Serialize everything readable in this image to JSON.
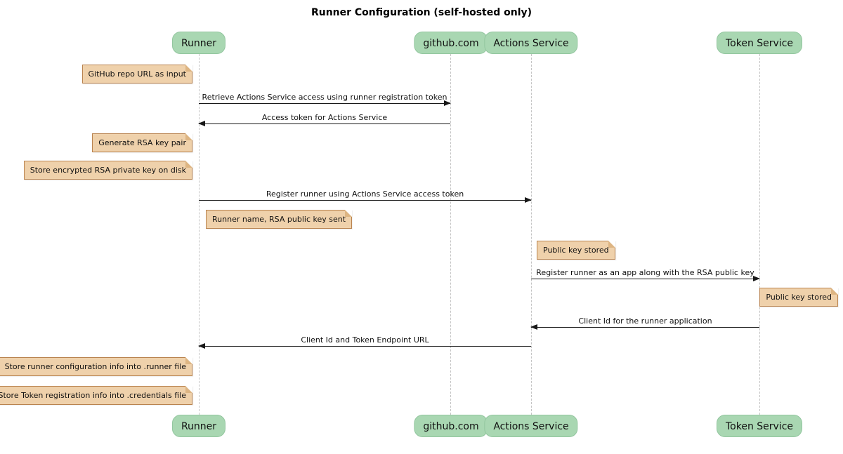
{
  "title": "Runner Configuration (self-hosted only)",
  "participants": [
    {
      "name": "Runner"
    },
    {
      "name": "github.com"
    },
    {
      "name": "Actions Service"
    },
    {
      "name": "Token Service"
    }
  ],
  "messages": [
    {
      "label": "Retrieve Actions Service access using runner registration token",
      "from": "Runner",
      "to": "github.com"
    },
    {
      "label": "Access token for Actions Service",
      "from": "github.com",
      "to": "Runner"
    },
    {
      "label": "Register runner using Actions Service access token",
      "from": "Runner",
      "to": "Actions Service"
    },
    {
      "label": "Register runner as an app along with the RSA public key",
      "from": "Actions Service",
      "to": "Token Service"
    },
    {
      "label": "Client Id for the runner application",
      "from": "Token Service",
      "to": "Actions Service"
    },
    {
      "label": "Client Id and Token Endpoint URL",
      "from": "Actions Service",
      "to": "Runner"
    }
  ],
  "notes": [
    {
      "text": "GitHub repo URL as input",
      "anchor": "left of Runner"
    },
    {
      "text": "Generate RSA key pair",
      "anchor": "left of Runner"
    },
    {
      "text": "Store encrypted RSA private key on disk",
      "anchor": "left of Runner"
    },
    {
      "text": "Runner name, RSA public key sent",
      "anchor": "right of Runner"
    },
    {
      "text": "Public key stored",
      "anchor": "right of Actions Service"
    },
    {
      "text": "Public key stored",
      "anchor": "right of Token Service"
    },
    {
      "text": "Store runner configuration info into .runner file",
      "anchor": "left of Runner"
    },
    {
      "text": "Store Token registration info into .credentials file",
      "anchor": "left of Runner"
    }
  ],
  "colors": {
    "participant_fill": "#A9D7B2",
    "note_fill": "#EFD1AB",
    "note_border": "#B9834F",
    "lifeline": "#C4C4C4",
    "arrow": "#181818"
  }
}
